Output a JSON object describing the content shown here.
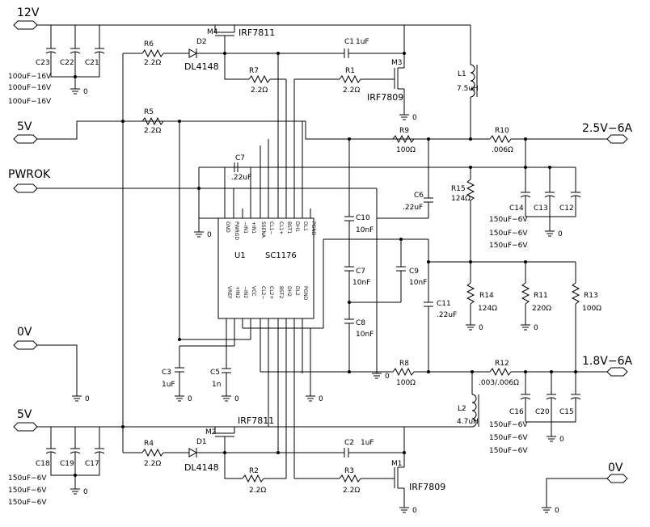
{
  "ports": {
    "p12v": "12V",
    "p5v_top": "5V",
    "pwrok": "PWROK",
    "p0v_left": "0V",
    "p5v_bottom": "5V",
    "p0v_right": "0V",
    "out1": "2.5V−6A",
    "out2": "1.8V−6A"
  },
  "ic": {
    "ref": "U1",
    "part": "SC1176",
    "pins_top": [
      "GND",
      "PWRGD",
      "−IN1",
      "+IN1",
      "SSENA",
      "CL1−",
      "CL1+",
      "BST1",
      "DH1",
      "DL1",
      "PGND"
    ],
    "pins_bottom": [
      "VREF",
      "+IN2",
      "−IN2",
      "VCC",
      "CL2−",
      "CL2+",
      "BST2",
      "DH2",
      "DL2",
      "PGND"
    ]
  },
  "components": {
    "M4": "M4",
    "M4v": "IRF7811",
    "M3": "M3",
    "M3v": "IRF7809",
    "M2": "M2",
    "M2v": "IRF7811",
    "M1": "M1",
    "M1v": "IRF7809",
    "D2": "D2",
    "D2v": "DL4148",
    "D1": "D1",
    "D1v": "DL4148",
    "R6": "R6",
    "R6v": "2.2Ω",
    "R7": "R7",
    "R7v": "2.2Ω",
    "R1": "R1",
    "R1v": "2.2Ω",
    "R5": "R5",
    "R5v": "2.2Ω",
    "R9": "R9",
    "R9v": "100Ω",
    "R10": "R10",
    "R10v": ".006Ω",
    "R15": "R15",
    "R15v": "124Ω",
    "R14": "R14",
    "R14v": "124Ω",
    "R11": "R11",
    "R11v": "220Ω",
    "R13": "R13",
    "R13v": "100Ω",
    "R8": "R8",
    "R8v": "100Ω",
    "R12": "R12",
    "R12v": ".003/.006Ω",
    "R4": "R4",
    "R4v": "2.2Ω",
    "R2": "R2",
    "R2v": "2.2Ω",
    "R3": "R3",
    "R3v": "2.2Ω",
    "C1": "C1",
    "C1v": "1uF",
    "C2": "C2",
    "C2v": "1uF",
    "C3": "C3",
    "C3v": "1uF",
    "C5": "C5",
    "C5v": "1n",
    "C6": "C6",
    "C6v": ".22uF",
    "C7top": "C7",
    "C7topv": ".22uF",
    "C7": "C7",
    "C7v": "10nF",
    "C8": "C8",
    "C8v": "10nF",
    "C9": "C9",
    "C9v": "10nF",
    "C10": "C10",
    "C10v": "10nF",
    "C11": "C11",
    "C11v": ".22uF",
    "C12": "C12",
    "C13": "C13",
    "C14": "C14",
    "C15": "C15",
    "C16": "C16",
    "C20": "C20",
    "C17": "C17",
    "C18": "C18",
    "C19": "C19",
    "C21": "C21",
    "C22": "C22",
    "C23": "C23",
    "L1": "L1",
    "L1v": "7.5uH",
    "L2": "L2",
    "L2v": "4.7uH"
  },
  "cap_banks": {
    "c23_values": [
      "100uF−16V",
      "100uF−16V",
      "100uF−16V"
    ],
    "c14_values": [
      "150uF−6V",
      "150uF−6V",
      "150uF−6V"
    ],
    "c16_values": [
      "150uF−6V",
      "150uF−6V",
      "150uF−6V"
    ],
    "c18_values": [
      "150uF−6V",
      "150uF−6V",
      "150uF−6V"
    ]
  },
  "gnd_label": "0"
}
